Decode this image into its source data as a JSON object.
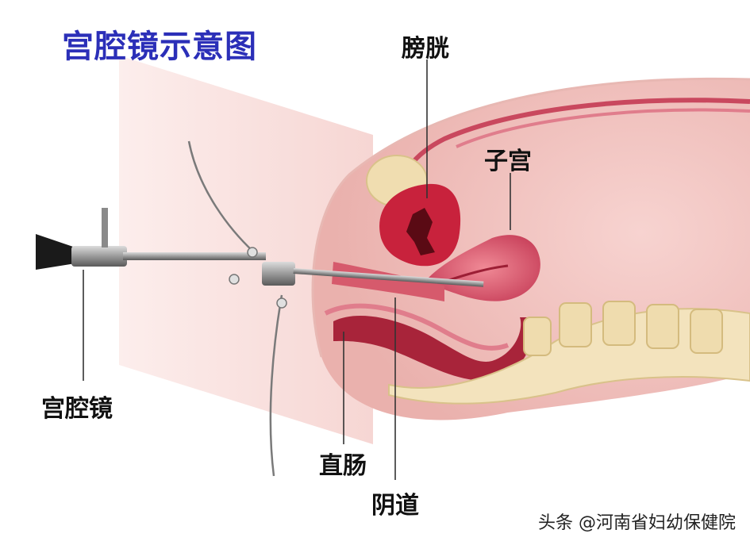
{
  "diagram": {
    "title": "宫腔镜示意图",
    "labels": {
      "bladder": "膀胱",
      "uterus": "子宫",
      "hysteroscope": "宫腔镜",
      "rectum": "直肠",
      "vagina": "阴道"
    },
    "watermark": "头条 @河南省妇幼保健院"
  },
  "colors": {
    "title": "#2b2fb8",
    "skin": "#f4c9c4",
    "tissue": "#d85c6e",
    "bladder": "#b01830",
    "bone": "#f0ddb0",
    "scope": "#8a8a8a"
  }
}
